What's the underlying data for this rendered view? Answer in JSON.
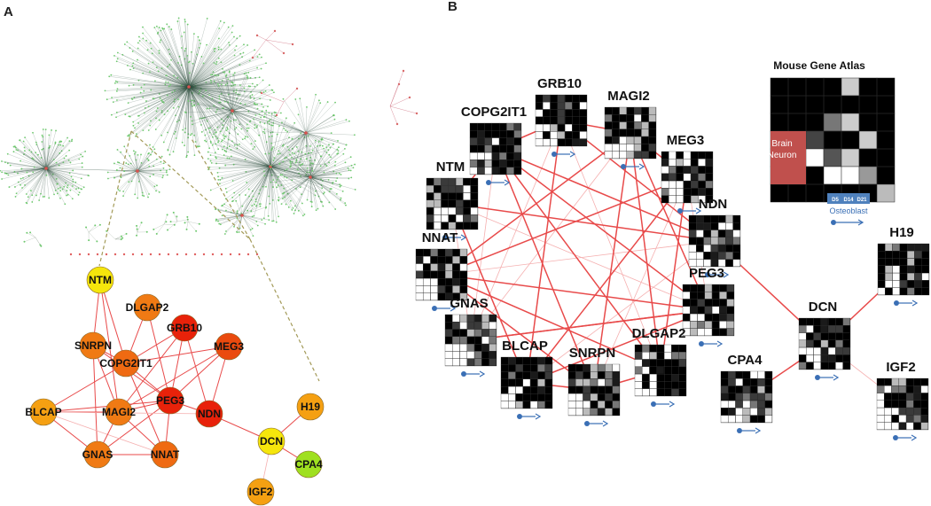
{
  "panels": {
    "a": "A",
    "b": "B"
  },
  "colors": {
    "edge": "#e84a4a",
    "edge_faint": "#f5b0b0",
    "zoom_line": "#a39a58",
    "hub_edge": "#2f4f3f",
    "hub_dot": "#6ec96e",
    "legend_red": "#c0504d",
    "legend_blue": "#4f81bd",
    "arrow_blue": "#3a6fb5"
  },
  "panel_a": {
    "nodes": [
      {
        "id": "NTM",
        "label": "NTM",
        "color": "#f5e60c"
      },
      {
        "id": "DLGAP2",
        "label": "DLGAP2",
        "color": "#f07a14"
      },
      {
        "id": "SNRPN",
        "label": "SNRPN",
        "color": "#f07a14"
      },
      {
        "id": "GRB10",
        "label": "GRB10",
        "color": "#e8220a"
      },
      {
        "id": "COPG2IT1",
        "label": "COPG2IT1",
        "color": "#ef6a12"
      },
      {
        "id": "MEG3",
        "label": "MEG3",
        "color": "#ea4a0e"
      },
      {
        "id": "PEG3",
        "label": "PEG3",
        "color": "#e8220a"
      },
      {
        "id": "BLCAP",
        "label": "BLCAP",
        "color": "#f5a012"
      },
      {
        "id": "MAGI2",
        "label": "MAGI2",
        "color": "#f07a14"
      },
      {
        "id": "NDN",
        "label": "NDN",
        "color": "#e8220a"
      },
      {
        "id": "H19",
        "label": "H19",
        "color": "#f5a012"
      },
      {
        "id": "DCN",
        "label": "DCN",
        "color": "#f5e60c"
      },
      {
        "id": "GNAS",
        "label": "GNAS",
        "color": "#f07a14"
      },
      {
        "id": "NNAT",
        "label": "NNAT",
        "color": "#ef6a12"
      },
      {
        "id": "CPA4",
        "label": "CPA4",
        "color": "#9fe020"
      },
      {
        "id": "IGF2",
        "label": "IGF2",
        "color": "#f5a012"
      }
    ]
  },
  "panel_b": {
    "nodes": [
      {
        "id": "GRB10",
        "label": "GRB10"
      },
      {
        "id": "MAGI2",
        "label": "MAGI2"
      },
      {
        "id": "COPG2IT1",
        "label": "COPG2IT1"
      },
      {
        "id": "MEG3",
        "label": "MEG3"
      },
      {
        "id": "NTM",
        "label": "NTM"
      },
      {
        "id": "NDN",
        "label": "NDN"
      },
      {
        "id": "NNAT",
        "label": "NNAT"
      },
      {
        "id": "PEG3",
        "label": "PEG3"
      },
      {
        "id": "GNAS",
        "label": "GNAS"
      },
      {
        "id": "DLGAP2",
        "label": "DLGAP2"
      },
      {
        "id": "BLCAP",
        "label": "BLCAP"
      },
      {
        "id": "SNRPN",
        "label": "SNRPN"
      },
      {
        "id": "DCN",
        "label": "DCN"
      },
      {
        "id": "H19",
        "label": "H19"
      },
      {
        "id": "CPA4",
        "label": "CPA4"
      },
      {
        "id": "IGF2",
        "label": "IGF2"
      }
    ]
  },
  "legend": {
    "title": "Mouse Gene Atlas",
    "brain_line1": "Brain",
    "brain_line2": "Neuron",
    "d5": "D5",
    "d14": "D14",
    "d21": "D21",
    "osteoblast": "Osteoblast"
  }
}
